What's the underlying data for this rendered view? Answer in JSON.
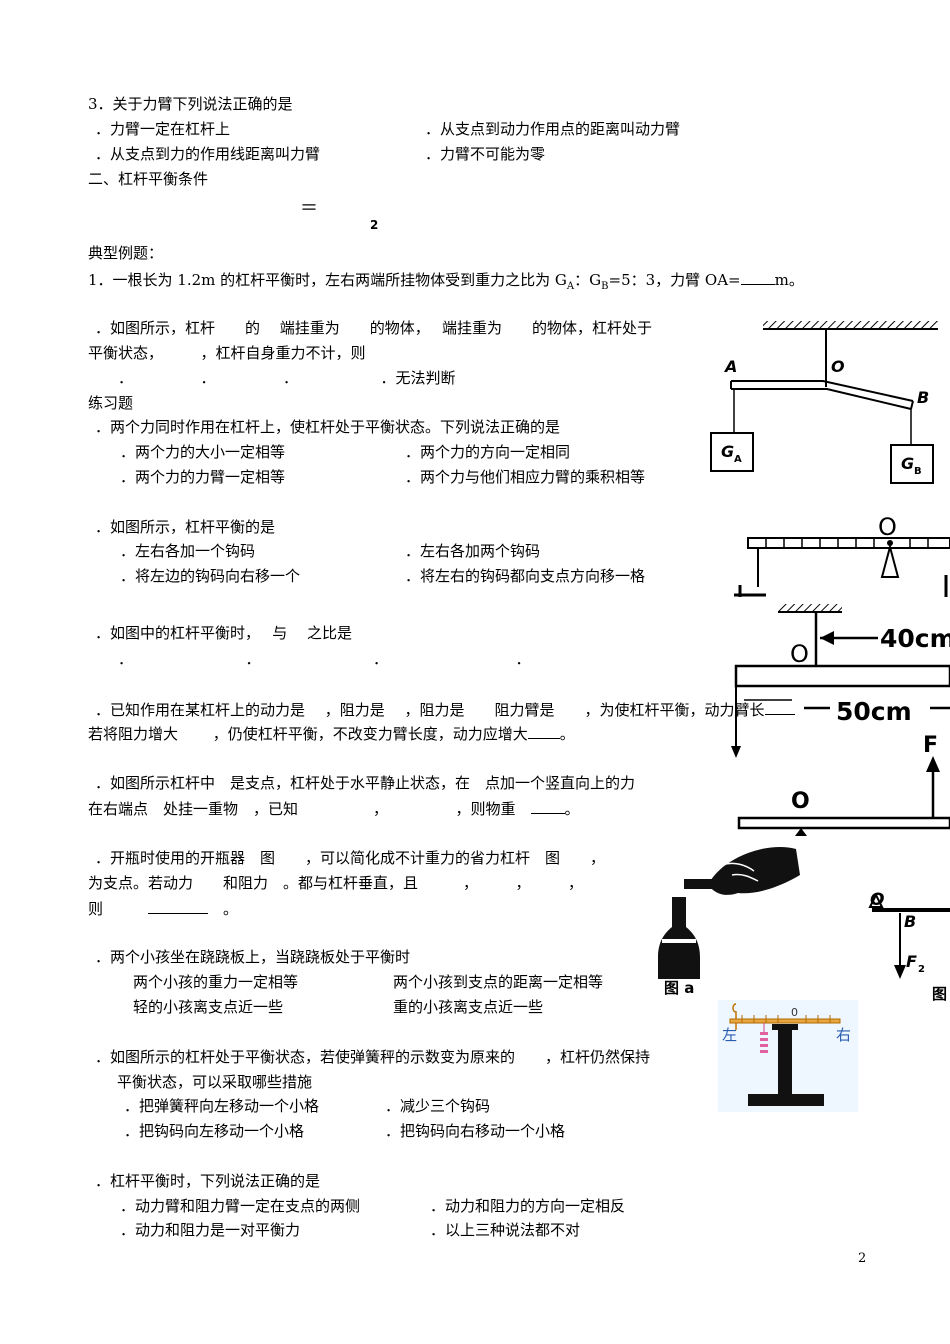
{
  "q3": {
    "title": "3．关于力臂下列说法正确的是",
    "a": "．力臂一定在杠杆上",
    "b": "．从支点到动力作用点的距离叫动力臂",
    "c": "．从支点到力的作用线距离叫力臂",
    "d": "．力臂不可能为零"
  },
  "section2": {
    "heading": "二、杠杆平衡条件",
    "eq_sign": "＝",
    "sub_two": "2"
  },
  "examples": {
    "heading": "典型例题：",
    "e1_pre": "1．一根长为 1.2m 的杠杆平衡时，左右两端所挂物体受到重力之比为 G",
    "e1_sub_a": "A",
    "e1_mid": "：G",
    "e1_sub_b": "B",
    "e1_post": "=5：3，力臂 OA=",
    "e1_unit": "m。",
    "e2_line1": "．如图所示，杠杆　　的　 端挂重为　　的物体，　 端挂重为　　的物体，杠杆处于",
    "e2_line2": "平衡状态，　　　，杠杆自身重力不计，则",
    "e2_opts": "．　　　　　．　　　　　．　　　　　　．无法判断"
  },
  "practice": {
    "heading": "练习题",
    "p1": {
      "title": "．两个力同时作用在杠杆上，使杠杆处于平衡状态。下列说法正确的是",
      "a": "．两个力的大小一定相等",
      "b": "．两个力的方向一定相同",
      "c": "．两个力的力臂一定相等",
      "d": "．两个力与他们相应力臂的乘积相等"
    },
    "p2": {
      "title": "．如图所示，杠杆平衡的是",
      "a": "．左右各加一个钩码",
      "b": "．左右各加两个钩码",
      "c": "．将左边的钩码向右移一个",
      "d": "．将左右的钩码都向支点方向移一格"
    },
    "p3": {
      "title": "．如图中的杠杆平衡时，　 与　 之比是",
      "opts": "．　　　　　　　　．　　　　　　　　．　　　　　　　　　．"
    },
    "p4": {
      "line1": "．已知作用在某杠杆上的动力是　 ，阻力是　 ，阻力是　　阻力臂是　　，为使杠杆平衡，动力臂长",
      "line2": "若将阻力增大　　 ，仍使杠杆平衡，不改变力臂长度，动力应增大",
      "end": "。"
    },
    "p5": {
      "line1": "．如图所示杠杆中　是支点，杠杆处于水平静止状态，在　点加一个竖直向上的力",
      "line2": "在右端点　处挂一重物　，已知　　　　　，　　　　　，则物重",
      "end": "。"
    },
    "p6": {
      "line1": "．开瓶时使用的开瓶器　图　　，可以简化成不计重力的省力杠杆　图　　，",
      "line2": "为支点。若动力　　和阻力　。都与杠杆垂直，且　　　，　　　，　　　，",
      "line3": "则",
      "end": "。"
    },
    "p7": {
      "title": "．两个小孩坐在跷跷板上，当跷跷板处于平衡时",
      "a": "两个小孩的重力一定相等",
      "b": "两个小孩到支点的距离一定相等",
      "c": "轻的小孩离支点近一些",
      "d": "重的小孩离支点近一些"
    },
    "p8": {
      "line1": "．如图所示的杠杆处于平衡状态，若使弹簧秤的示数变为原来的　　，杠杆仍然保持",
      "line2": "平衡状态，可以采取哪些措施",
      "a": "．把弹簧秤向左移动一个小格",
      "b": "．减少三个钩码",
      "c": "．把钩码向左移动一个小格",
      "d": "．把钩码向右移动一个小格"
    },
    "p9": {
      "title": "．杠杆平衡时，下列说法正确的是",
      "a": "．动力臂和阻力臂一定在支点的两侧",
      "b": "．动力和阻力的方向一定相反",
      "c": "．动力和阻力是一对平衡力",
      "d": "．以上三种说法都不对"
    }
  },
  "figures": {
    "fig1": {
      "A": "A",
      "O": "O",
      "B": "B",
      "GA": "G",
      "GA_sub": "A",
      "GB": "G",
      "GB_sub": "B"
    },
    "fig2": {
      "O": "O"
    },
    "fig3": {
      "O": "O",
      "len1": "40cm",
      "len2": "50cm"
    },
    "fig4": {
      "F": "F",
      "O": "O"
    },
    "fig5": {
      "O": "O",
      "B": "B",
      "F2": "F",
      "F2_sub": "2",
      "fig_a": "图 a",
      "fig_b": "图"
    },
    "fig6": {
      "left": "左",
      "right": "右",
      "zero": "0"
    }
  },
  "page_number": "2"
}
